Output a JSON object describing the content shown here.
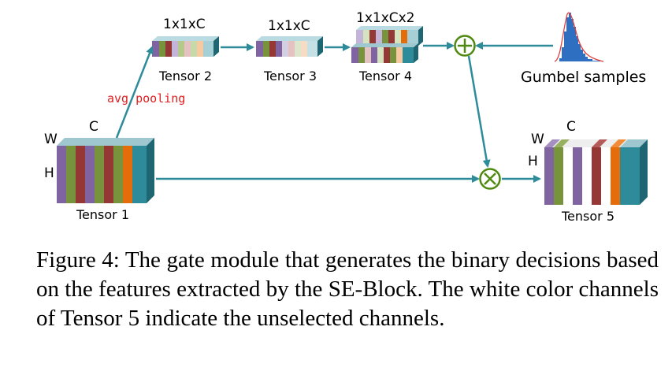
{
  "figure": {
    "labels": {
      "tensor1": "Tensor 1",
      "tensor2": "Tensor 2",
      "tensor3": "Tensor 3",
      "tensor4": "Tensor 4",
      "tensor5": "Tensor 5",
      "dim2": "1x1xC",
      "dim3": "1x1xC",
      "dim4": "1x1xCx2",
      "w": "W",
      "c": "C",
      "h": "H",
      "w5": "W",
      "c5": "C",
      "h5": "H",
      "avg_pooling": "avg pooling",
      "gumbel": "Gumbel samples"
    },
    "colors": {
      "teal": "#2e8b9a",
      "purple": "#8064a2",
      "green": "#77933c",
      "red": "#953735",
      "orange": "#e46c0a",
      "plus_green": "#4f8a10"
    }
  },
  "caption": "Figure 4: The gate module that generates the binary decisions based on the features extracted by the SE-Block. The white color channels of Tensor 5 indicate the unselected channels."
}
